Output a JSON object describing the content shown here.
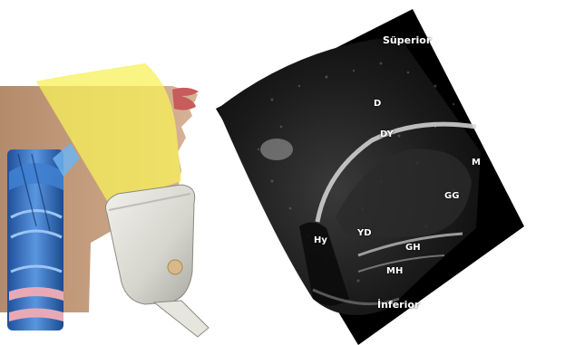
{
  "figure": {
    "labels": {
      "superior": "Süperior",
      "inferior": "İnferior",
      "D": "D",
      "DY": "DY",
      "M": "M",
      "GG": "GG",
      "Hy": "Hy",
      "YD": "YD",
      "GH": "GH",
      "MH": "MH"
    }
  }
}
